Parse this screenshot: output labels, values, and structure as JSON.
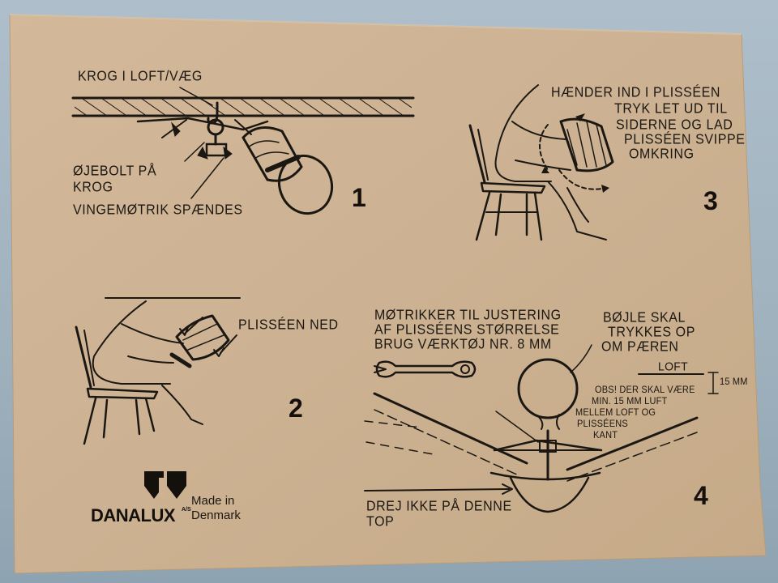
{
  "colors": {
    "paper": "#cdb394",
    "ink": "#1b1712",
    "background": "#9fb3c0"
  },
  "panel1": {
    "step": "1",
    "hook_label": "KROG I LOFT/VÆG",
    "eyebolt_label_line1": "ØJEBOLT PÅ",
    "eyebolt_label_line2": "KROG",
    "wingnut_label": "VINGEMØTRIK SPÆNDES"
  },
  "panel2": {
    "step": "2",
    "pleat_down_label": "PLISSÉEN NED"
  },
  "panel3": {
    "step": "3",
    "instruction_lines": [
      "HÆNDER IND I PLISSÉEN",
      "TRYK LET UD TIL",
      "SIDERNE OG LAD",
      "PLISSÉEN SVIPPE",
      "OMKRING"
    ]
  },
  "panel4": {
    "step": "4",
    "nuts_label_lines": [
      "MØTRIKKER TIL JUSTERING",
      "AF PLISSÉENS STØRRELSE",
      "BRUG VÆRKTØJ NR. 8 MM"
    ],
    "bracket_label_lines": [
      "BØJLE SKAL",
      "TRYKKES OP",
      "OM PÆREN"
    ],
    "ceiling_label": "LOFT",
    "gap_label": "15 MM",
    "obs_lines": [
      "OBS! DER SKAL VÆRE",
      "MIN. 15 MM LUFT",
      "MELLEM LOFT OG",
      "PLISSÉENS",
      "KANT"
    ],
    "top_warning_lines": [
      "DREJ IKKE PÅ DENNE",
      "TOP"
    ]
  },
  "brand": {
    "logo_icon": "danalux-logo-icon",
    "name": "DANALUX",
    "suffix": "A/S",
    "made_in_line1": "Made in",
    "made_in_line2": "Denmark"
  }
}
